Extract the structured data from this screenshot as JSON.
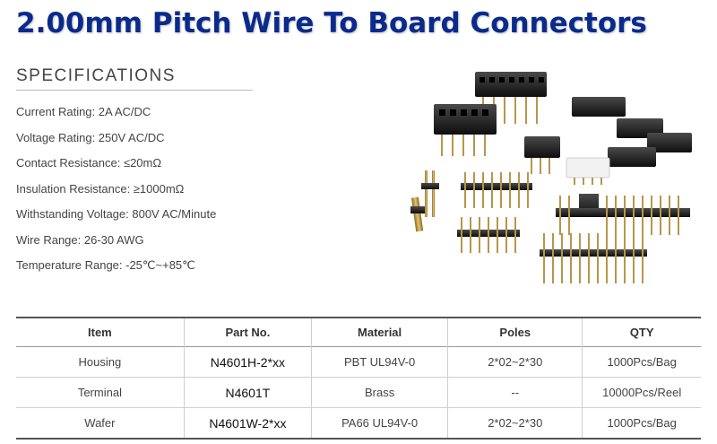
{
  "page": {
    "title": "2.00mm  Pitch Wire To Board  Connectors"
  },
  "specifications": {
    "heading": "SPECIFICATIONS",
    "items": [
      "Current Rating: 2A AC/DC",
      "Voltage Rating: 250V AC/DC",
      "Contact Resistance: ≤20mΩ",
      "Insulation Resistance: ≥1000mΩ",
      "Withstanding Voltage: 800V AC/Minute",
      "Wire Range: 26-30 AWG",
      "Temperature Range: -25℃~+85℃"
    ]
  },
  "table": {
    "headers": [
      "Item",
      "Part No.",
      "Material",
      "Poles",
      "QTY"
    ],
    "rows": [
      [
        "Housing",
        "N4601H-2*xx",
        "PBT UL94V-0",
        "2*02~2*30",
        "1000Pcs/Bag"
      ],
      [
        "Terminal",
        "N4601T",
        "Brass",
        "--",
        "10000Pcs/Reel"
      ],
      [
        "Wafer",
        "N4601W-2*xx",
        "PA66 UL94V-0",
        "2*02~2*30",
        "1000Pcs/Bag"
      ]
    ]
  },
  "colors": {
    "title": "#0a2a8c",
    "connector_body": "#1a1a1a",
    "pin_gold": "#c9a24a",
    "wafer_white": "#f2f2f2"
  }
}
